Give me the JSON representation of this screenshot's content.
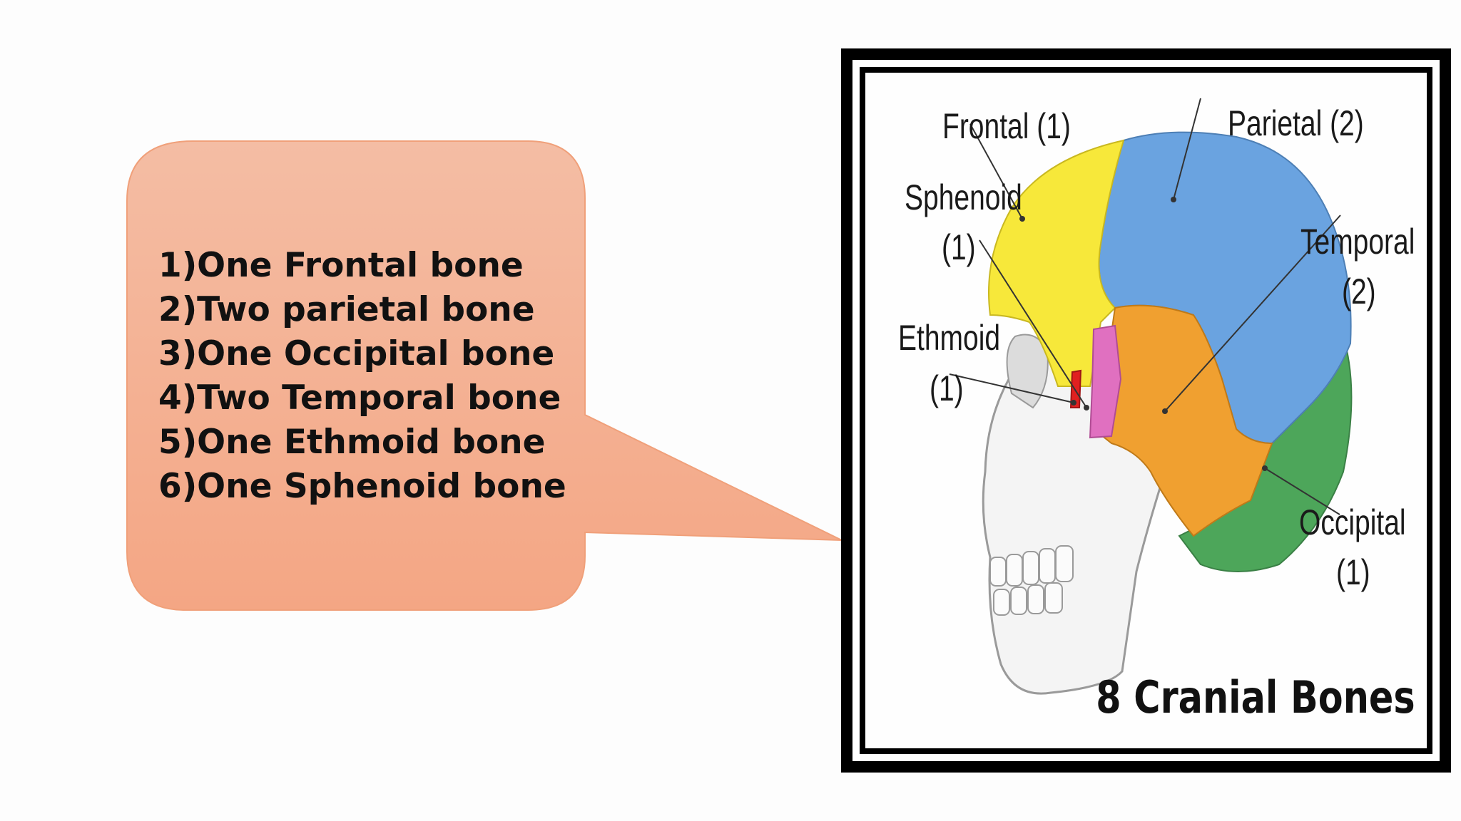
{
  "bone_list": [
    "1)One Frontal bone",
    "2)Two parietal bone",
    "3)One Occipital bone",
    "4)Two Temporal bone",
    "5)One Ethmoid bone",
    "6)One Sphenoid bone"
  ],
  "diagram": {
    "title": "8 Cranial Bones",
    "labels": {
      "frontal": "Frontal (1)",
      "parietal": "Parietal (2)",
      "sphenoid_name": "Sphenoid",
      "sphenoid_count": "(1)",
      "temporal_name": "Temporal",
      "temporal_count": "(2)",
      "ethmoid_name": "Ethmoid",
      "ethmoid_count": "(1)",
      "occipital_name": "Occipital",
      "occipital_count": "(1)"
    }
  },
  "colors": {
    "callout_top": "#f4bda4",
    "callout_bottom": "#f4a684",
    "callout_border": "#f0a07a",
    "frontal": "#f7e83a",
    "parietal": "#6aa3e0",
    "temporal": "#f0a030",
    "occipital": "#4da65a",
    "sphenoid": "#e070c0",
    "ethmoid": "#e02020",
    "skull": "#f4f4f4"
  }
}
